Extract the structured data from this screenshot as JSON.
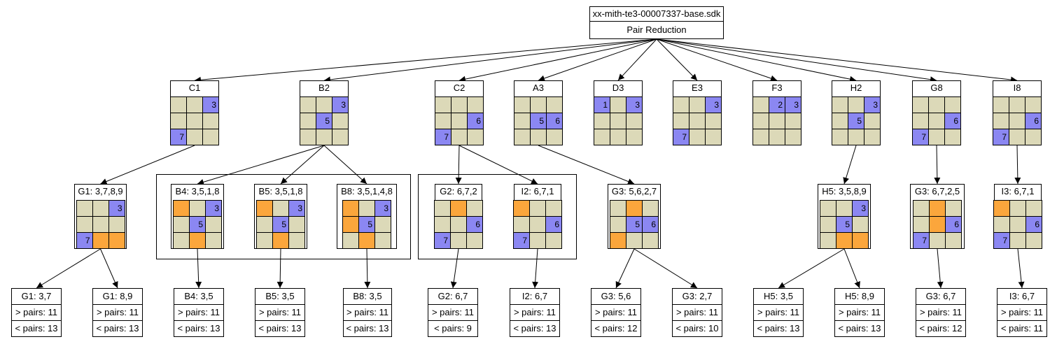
{
  "root": {
    "title": "xx-mith-te3-00007337-base.sdk",
    "subtitle": "Pair Reduction"
  },
  "colors": {
    "blue": "#8b87f2",
    "orange": "#fba63c",
    "empty": "#dcd9b8"
  },
  "level1": [
    {
      "id": "c1",
      "title": "C1",
      "cells": [
        "",
        "",
        "3b",
        "",
        "",
        "",
        "7b",
        "",
        ""
      ]
    },
    {
      "id": "b2",
      "title": "B2",
      "cells": [
        "",
        "",
        "3b",
        "",
        "5b",
        "",
        "",
        "",
        ""
      ]
    },
    {
      "id": "c2",
      "title": "C2",
      "cells": [
        "",
        "",
        "",
        "",
        "",
        "6b",
        "7b",
        "",
        ""
      ]
    },
    {
      "id": "a3",
      "title": "A3",
      "cells": [
        "",
        "",
        "",
        "",
        "5b",
        "6b",
        "",
        "",
        ""
      ]
    },
    {
      "id": "d3",
      "title": "D3",
      "cells": [
        "1b",
        "",
        "3b",
        "",
        "",
        "",
        "",
        "",
        ""
      ]
    },
    {
      "id": "e3",
      "title": "E3",
      "cells": [
        "",
        "",
        "3b",
        "",
        "",
        "",
        "7b",
        "",
        ""
      ]
    },
    {
      "id": "f3",
      "title": "F3",
      "cells": [
        "",
        "2b",
        "3b",
        "",
        "",
        "",
        "",
        "",
        ""
      ]
    },
    {
      "id": "h2",
      "title": "H2",
      "cells": [
        "",
        "",
        "3b",
        "",
        "5b",
        "",
        "",
        "",
        ""
      ]
    },
    {
      "id": "g8",
      "title": "G8",
      "cells": [
        "",
        "",
        "",
        "",
        "",
        "6b",
        "7b",
        "",
        ""
      ]
    },
    {
      "id": "i8",
      "title": "I8",
      "cells": [
        "",
        "",
        "",
        "",
        "",
        "6b",
        "7b",
        "",
        ""
      ]
    }
  ],
  "level2": [
    {
      "id": "g1",
      "title": "G1: 3,7,8,9",
      "cells": [
        "",
        "",
        "3b",
        "",
        "",
        "",
        "7b",
        "o",
        "o"
      ]
    },
    {
      "id": "b4",
      "title": "B4: 3,5,1,8",
      "cells": [
        "o",
        "",
        "3b",
        "",
        "5b",
        "",
        "",
        "o",
        ""
      ]
    },
    {
      "id": "b5",
      "title": "B5: 3,5,1,8",
      "cells": [
        "o",
        "",
        "3b",
        "",
        "5b",
        "",
        "",
        "o",
        ""
      ]
    },
    {
      "id": "b8",
      "title": "B8: 3,5,1,4,8",
      "cells": [
        "o",
        "",
        "3b",
        "o",
        "5b",
        "",
        "",
        "o",
        ""
      ]
    },
    {
      "id": "g2",
      "title": "G2: 6,7,2",
      "cells": [
        "",
        "o",
        "",
        "",
        "",
        "6b",
        "7b",
        "",
        ""
      ]
    },
    {
      "id": "i2",
      "title": "I2: 6,7,1",
      "cells": [
        "o",
        "",
        "",
        "",
        "",
        "6b",
        "7b",
        "",
        ""
      ]
    },
    {
      "id": "g3",
      "title": "G3: 5,6,2,7",
      "cells": [
        "",
        "o",
        "",
        "",
        "5b",
        "6b",
        "o",
        "",
        ""
      ]
    },
    {
      "id": "h5",
      "title": "H5: 3,5,8,9",
      "cells": [
        "",
        "",
        "3b",
        "",
        "5b",
        "",
        "",
        "o",
        "o"
      ]
    },
    {
      "id": "g3b",
      "title": "G3: 6,7,2,5",
      "cells": [
        "",
        "o",
        "",
        "",
        "o",
        "6b",
        "7b",
        "",
        ""
      ]
    },
    {
      "id": "i3",
      "title": "I3: 6,7,1",
      "cells": [
        "o",
        "",
        "",
        "",
        "",
        "6b",
        "7b",
        "",
        ""
      ]
    }
  ],
  "leaves": [
    {
      "id": "l1",
      "title": "G1: 3,7",
      "gt": "> pairs: 11",
      "lt": "< pairs: 13"
    },
    {
      "id": "l2",
      "title": "G1: 8,9",
      "gt": "> pairs: 11",
      "lt": "< pairs: 13"
    },
    {
      "id": "l3",
      "title": "B4: 3,5",
      "gt": "> pairs: 11",
      "lt": "< pairs: 13"
    },
    {
      "id": "l4",
      "title": "B5: 3,5",
      "gt": "> pairs: 11",
      "lt": "< pairs: 13"
    },
    {
      "id": "l5",
      "title": "B8: 3,5",
      "gt": "> pairs: 11",
      "lt": "< pairs: 13"
    },
    {
      "id": "l6",
      "title": "G2: 6,7",
      "gt": "> pairs: 11",
      "lt": "< pairs: 9"
    },
    {
      "id": "l7",
      "title": "I2: 6,7",
      "gt": "> pairs: 11",
      "lt": "< pairs: 13"
    },
    {
      "id": "l8",
      "title": "G3: 5,6",
      "gt": "> pairs: 11",
      "lt": "< pairs: 12"
    },
    {
      "id": "l9",
      "title": "G3: 2,7",
      "gt": "> pairs: 11",
      "lt": "< pairs: 10"
    },
    {
      "id": "l10",
      "title": "H5: 3,5",
      "gt": "> pairs: 11",
      "lt": "< pairs: 13"
    },
    {
      "id": "l11",
      "title": "H5: 8,9",
      "gt": "> pairs: 11",
      "lt": "< pairs: 13"
    },
    {
      "id": "l12",
      "title": "G3: 6,7",
      "gt": "> pairs: 11",
      "lt": "< pairs: 12"
    },
    {
      "id": "l13",
      "title": "I3: 6,7",
      "gt": "> pairs: 11",
      "lt": "< pairs: 11"
    }
  ],
  "edges": [
    [
      "root",
      "c1"
    ],
    [
      "root",
      "b2"
    ],
    [
      "root",
      "c2"
    ],
    [
      "root",
      "a3"
    ],
    [
      "root",
      "d3"
    ],
    [
      "root",
      "e3"
    ],
    [
      "root",
      "f3"
    ],
    [
      "root",
      "h2"
    ],
    [
      "root",
      "g8"
    ],
    [
      "root",
      "i8"
    ],
    [
      "c1",
      "g1"
    ],
    [
      "b2",
      "b4"
    ],
    [
      "b2",
      "b5"
    ],
    [
      "b2",
      "b8"
    ],
    [
      "c2",
      "g2"
    ],
    [
      "c2",
      "i2"
    ],
    [
      "a3",
      "g3"
    ],
    [
      "h2",
      "h5"
    ],
    [
      "g8",
      "g3b"
    ],
    [
      "i8",
      "i3"
    ],
    [
      "g1",
      "l1"
    ],
    [
      "g1",
      "l2"
    ],
    [
      "b4",
      "l3"
    ],
    [
      "b5",
      "l4"
    ],
    [
      "b8",
      "l5"
    ],
    [
      "g2",
      "l6"
    ],
    [
      "i2",
      "l7"
    ],
    [
      "g3",
      "l8"
    ],
    [
      "g3",
      "l9"
    ],
    [
      "h5",
      "l10"
    ],
    [
      "h5",
      "l11"
    ],
    [
      "g3b",
      "l12"
    ],
    [
      "i3",
      "l13"
    ]
  ]
}
